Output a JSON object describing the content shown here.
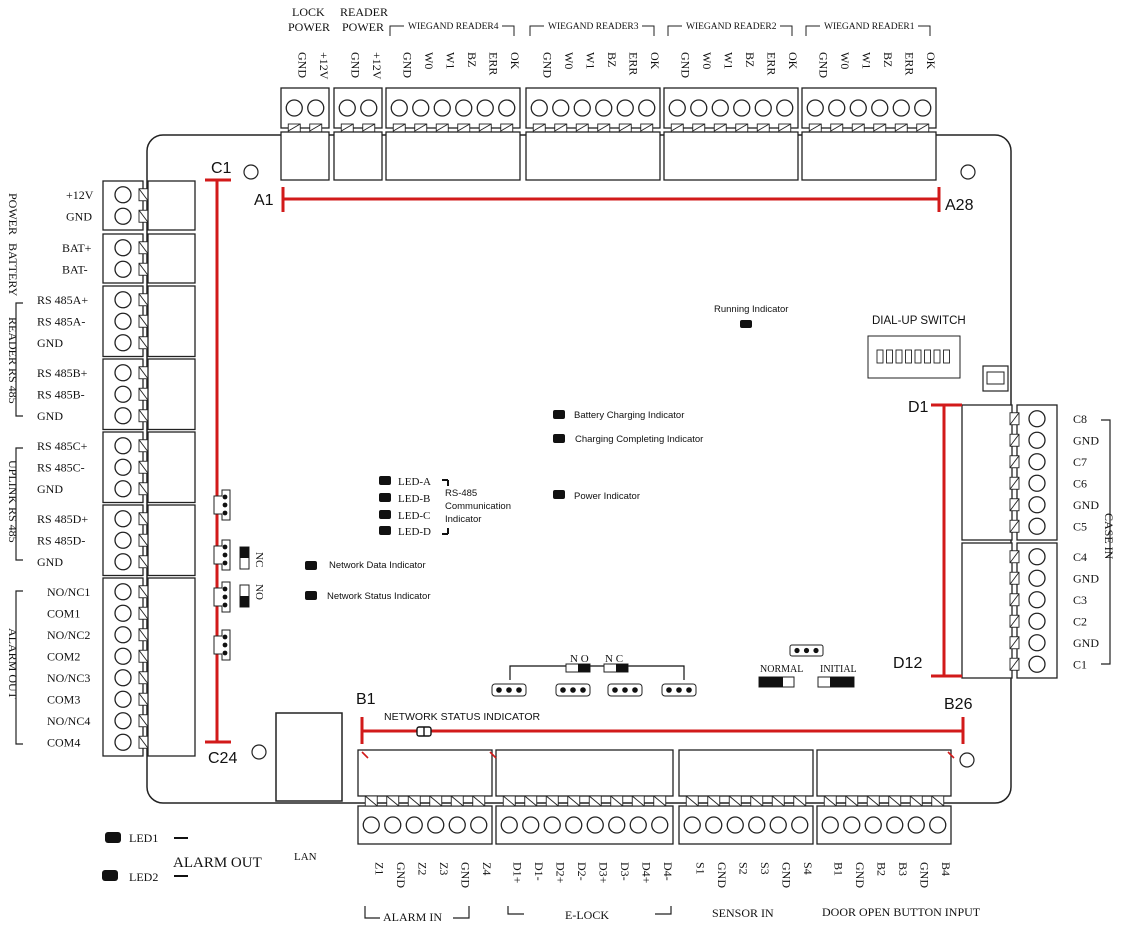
{
  "top_terminals": {
    "lock_power": {
      "title": [
        "LOCK",
        "POWER"
      ],
      "pins": [
        "GND",
        "+12V"
      ]
    },
    "reader_power": {
      "title": [
        "READER",
        "POWER"
      ],
      "pins": [
        "GND",
        "+12V"
      ]
    },
    "wiegand": [
      {
        "title": "WIEGAND READER4",
        "pins": [
          "GND",
          "W0",
          "W1",
          "BZ",
          "ERR",
          "OK"
        ]
      },
      {
        "title": "WIEGAND READER3",
        "pins": [
          "GND",
          "W0",
          "W1",
          "BZ",
          "ERR",
          "OK"
        ]
      },
      {
        "title": "WIEGAND READER2",
        "pins": [
          "GND",
          "W0",
          "W1",
          "BZ",
          "ERR",
          "OK"
        ]
      },
      {
        "title": "WIEGAND READER1",
        "pins": [
          "GND",
          "W0",
          "W1",
          "BZ",
          "ERR",
          "OK"
        ]
      }
    ]
  },
  "left_terminals": {
    "power": {
      "title": "POWER",
      "pins": [
        "+12V",
        "GND"
      ]
    },
    "battery": {
      "title": "BATTERY",
      "pins": [
        "BAT+",
        "BAT-"
      ]
    },
    "reader_rs485": {
      "title": "READER RS 485",
      "pins": [
        "RS 485A+",
        "RS 485A-",
        "GND",
        "RS 485B+",
        "RS 485B-",
        "GND"
      ]
    },
    "uplink_rs485": {
      "title": "UPLINK RS 485",
      "pins": [
        "RS 485C+",
        "RS 485C-",
        "GND",
        "RS 485D+",
        "RS 485D-",
        "GND"
      ]
    },
    "alarm_out": {
      "title": "ALARM OUT",
      "pins": [
        "NO/NC1",
        "COM1",
        "NO/NC2",
        "COM2",
        "NO/NC3",
        "COM3",
        "NO/NC4",
        "COM4"
      ]
    }
  },
  "right_terminals": {
    "title": "CASE IN",
    "pins": [
      "C8",
      "GND",
      "C7",
      "C6",
      "GND",
      "C5",
      "C4",
      "GND",
      "C3",
      "C2",
      "GND",
      "C1"
    ]
  },
  "bottom_terminals": {
    "alarm_in": {
      "title": "ALARM IN",
      "pins": [
        "Z1",
        "GND",
        "Z2",
        "Z3",
        "GND",
        "Z4"
      ]
    },
    "elock": {
      "title": "E-LOCK",
      "pins": [
        "D1+",
        "D1-",
        "D2+",
        "D2-",
        "D3+",
        "D3-",
        "D4+",
        "D4-"
      ]
    },
    "sensor_in": {
      "title": "SENSOR IN",
      "pins": [
        "S1",
        "GND",
        "S2",
        "S3",
        "GND",
        "S4"
      ]
    },
    "door_button": {
      "title": "DOOR OPEN BUTTON INPUT",
      "pins": [
        "B1",
        "GND",
        "B2",
        "B3",
        "GND",
        "B4"
      ]
    }
  },
  "range_markers": {
    "a_start": "A1",
    "a_end": "A28",
    "b_start": "B1",
    "b_end": "B26",
    "c_start": "C1",
    "c_end": "C24",
    "d_start": "D1",
    "d_end": "D12"
  },
  "indicators": {
    "running": "Running Indicator",
    "dial_switch": "DIAL-UP SWITCH",
    "battery_charging": "Battery Charging Indicator",
    "charging_complete": "Charging Completing Indicator",
    "power": "Power Indicator",
    "rs485_comm": [
      "RS-485",
      "Communication",
      "Indicator"
    ],
    "led_a": "LED-A",
    "led_b": "LED-B",
    "led_c": "LED-C",
    "led_d": "LED-D",
    "network_data": "Network Data Indicator",
    "network_status": "Network Status Indicator",
    "network_status_bottom": "NETWORK STATUS INDICATOR",
    "normal": "NORMAL",
    "initial": "INITIAL",
    "nc": "NC",
    "no": "NO",
    "nc_bottom": "N C",
    "no_bottom": "N O"
  },
  "legend": {
    "led1": "LED1",
    "led2": "LED2",
    "alarm_out": "ALARM OUT",
    "lan": "LAN"
  },
  "colors": {
    "range_line": "#d21a1a",
    "board_outline": "#222222"
  }
}
